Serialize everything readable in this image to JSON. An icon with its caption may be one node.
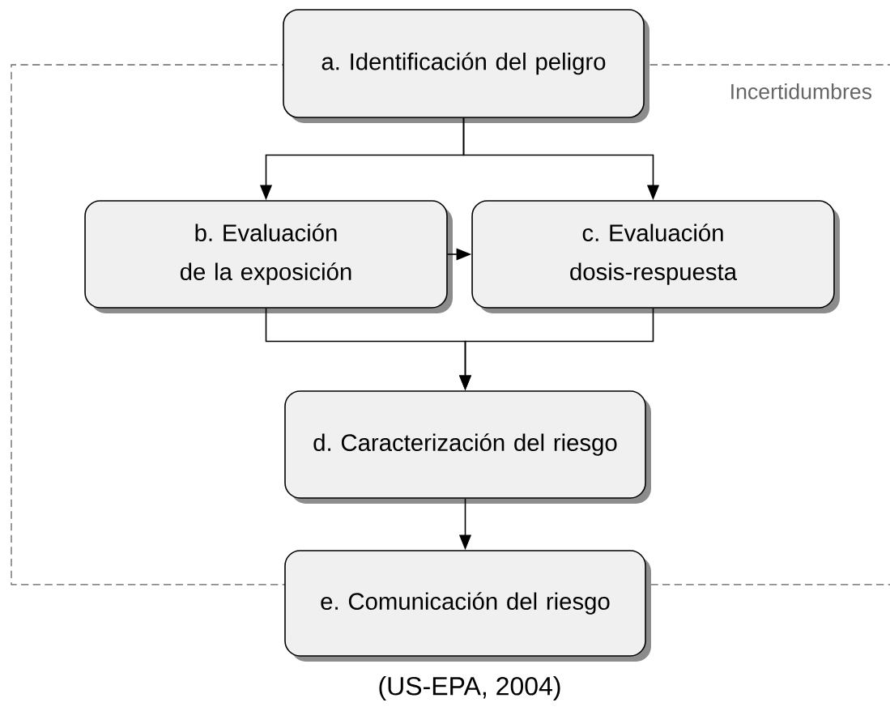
{
  "diagram": {
    "caption": "(US-EPA, 2004)",
    "nodes": [
      {
        "text": [
          "a. Identificación del peligro"
        ]
      },
      {
        "text": [
          "b. Evaluación de la exposición"
        ]
      },
      {
        "text": [
          "c. Evaluación dosis-respuesta"
        ]
      },
      {
        "text": [
          "d. Caracterización del riesgo"
        ]
      },
      {
        "text": [
          "e. Comunicación del riesgo"
        ]
      }
    ],
    "labels": [
      "Incertidumbres"
    ],
    "edges": [
      {
        "from": 0,
        "to": 1,
        "arrow": "to"
      },
      {
        "from": 0,
        "to": 2,
        "arrow": "to"
      },
      {
        "from": 1,
        "to": 2,
        "arrow": "to"
      },
      {
        "from": 1,
        "to": 3,
        "arrow": "to"
      },
      {
        "from": 2,
        "to": 3,
        "arrow": "to"
      },
      {
        "from": 3,
        "to": 4,
        "arrow": "to"
      }
    ]
  }
}
